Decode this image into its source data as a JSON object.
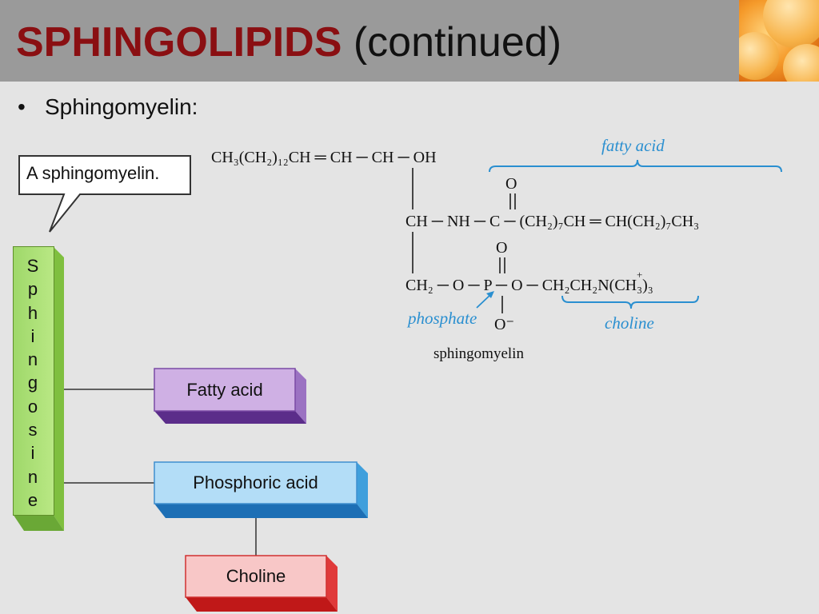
{
  "title": {
    "strong": "SPHINGOLIPIDS",
    "rest": "(continued)"
  },
  "bullet": {
    "marker": "•",
    "text": "Sphingomyelin:"
  },
  "callout": {
    "text": "A sphingomyelin."
  },
  "diagram": {
    "sphingosine_letters": [
      "S",
      "p",
      "h",
      "i",
      "n",
      "g",
      "o",
      "s",
      "i",
      "n",
      "e"
    ],
    "fatty_acid_label": "Fatty acid",
    "phosphoric_acid_label": "Phosphoric acid",
    "choline_label": "Choline"
  },
  "structure": {
    "row1": "CH₃(CH₂)₁₂CH ═ CH ─ CH ─ OH",
    "carbonyl_o": "O",
    "row2_left": "CH ─ NH ─ C ─ (CH₂)₇CH ═ CH(CH₂)₇CH₃",
    "phosphate_o": "O",
    "row3": "CH₂ ─ O ─ P ─ O ─ CH₂CH₂N(CH₃)₃",
    "n_charge": "+",
    "o_minus": "O⁻",
    "caption": "sphingomyelin",
    "label_fatty_acid": "fatty acid",
    "label_phosphate": "phosphate",
    "label_choline": "choline",
    "label_color": "#2a8fd0"
  },
  "colors": {
    "title_red": "#8a0f12",
    "fatty_acid_fill": "#c9a8e0",
    "phosphoric_fill": "#a9d8f5",
    "choline_fill": "#f5c0c0",
    "sphingosine_fill": "#a8dc72"
  }
}
